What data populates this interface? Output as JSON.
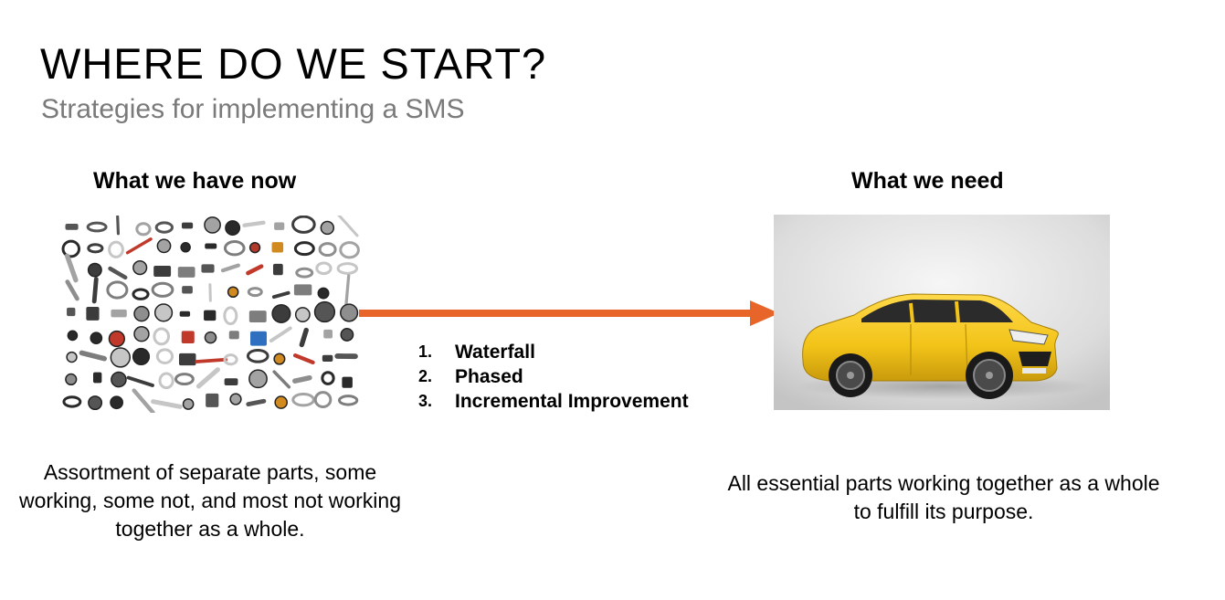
{
  "slide": {
    "title": "WHERE DO WE START?",
    "subtitle": "Strategies for implementing a SMS"
  },
  "left": {
    "heading": "What we have now",
    "image_icon": "auto-parts-assortment-icon",
    "description": "Assortment of separate parts, some working, some not, and most not working together as a whole."
  },
  "right": {
    "heading": "What we need",
    "image_icon": "yellow-car-icon",
    "description": "All essential parts working together as a whole to fulfill its purpose."
  },
  "steps": [
    {
      "num": "1.",
      "label": "Waterfall"
    },
    {
      "num": "2.",
      "label": "Phased"
    },
    {
      "num": "3.",
      "label": "Incremental Improvement"
    }
  ],
  "colors": {
    "arrow": "#e8652a",
    "subtitle": "#7a7a7a",
    "car": "#f2c318"
  }
}
